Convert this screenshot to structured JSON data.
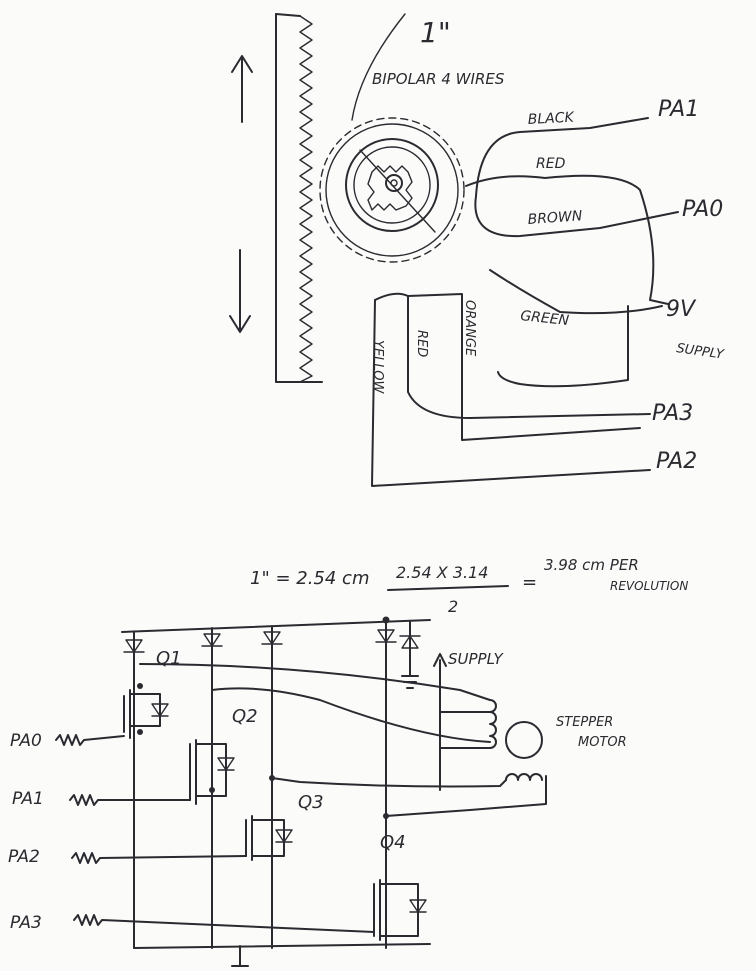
{
  "top": {
    "dimension": "1\"",
    "motor_type": "BIPOLAR 4 WIRES",
    "wires_a": {
      "black": "BLACK",
      "red": "RED",
      "brown": "BROWN",
      "green": "GREEN"
    },
    "wires_b": {
      "orange": "ORANGE",
      "red": "RED",
      "yellow": "YELLOW"
    },
    "ports": {
      "pa1": "PA1",
      "pa0": "PA0",
      "pa3": "PA3",
      "pa2": "PA2"
    },
    "supply_voltage": "9V",
    "supply_label": "SUPPLY"
  },
  "formula": {
    "inch_eq": "1\" = 2.54 cm",
    "numerator": "2.54 X 3.14",
    "denominator": "2",
    "equals": "=",
    "result": "3.98 cm PER",
    "result_line2": "REVOLUTION"
  },
  "schematic": {
    "q1": "Q1",
    "q2": "Q2",
    "q3": "Q3",
    "q4": "Q4",
    "supply": "SUPPLY",
    "motor_label": "STEPPER",
    "motor_label2": "MOTOR",
    "inputs": {
      "pa0": "PA0",
      "pa1": "PA1",
      "pa2": "PA2",
      "pa3": "PA3"
    }
  }
}
